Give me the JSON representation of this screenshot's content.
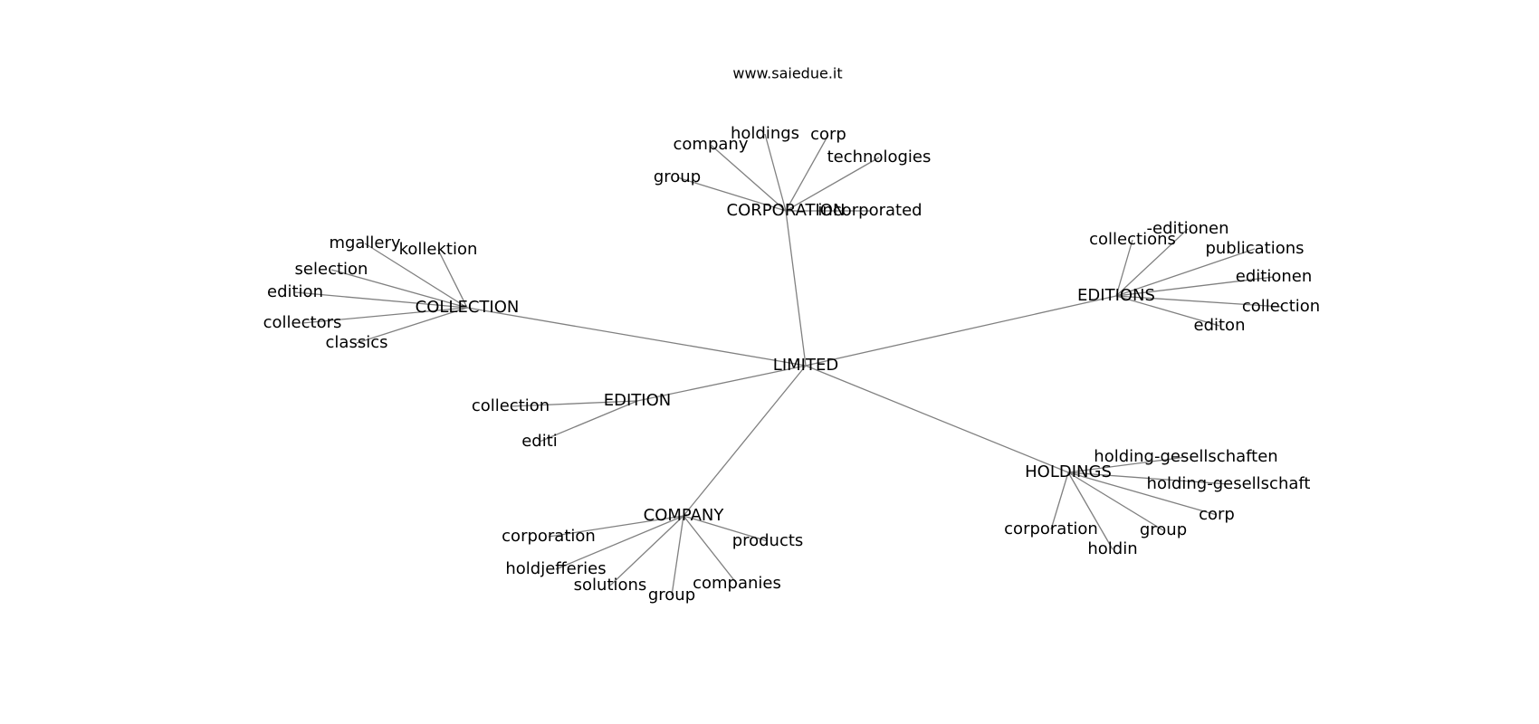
{
  "title": "www.saiedue.it",
  "graph": {
    "root": "LIMITED",
    "edge_color": "#808080",
    "hubs": [
      {
        "id": "corporation",
        "label": "CORPORATION",
        "children": [
          "company",
          "holdings",
          "corp",
          "technologies",
          "group",
          "incorporated"
        ]
      },
      {
        "id": "collection",
        "label": "COLLECTION",
        "children": [
          "mgallery",
          "kollektion",
          "selection",
          "edition",
          "collectors",
          "classics"
        ]
      },
      {
        "id": "editions",
        "label": "EDITIONS",
        "children": [
          "collections",
          "-editionen",
          "publications",
          "editionen",
          "collection",
          "editon"
        ]
      },
      {
        "id": "edition",
        "label": "EDITION",
        "children": [
          "collection",
          "editi"
        ]
      },
      {
        "id": "holdings",
        "label": "HOLDINGS",
        "children": [
          "holding-gesellschaften",
          "holding-gesellschaft",
          "corp",
          "corporation",
          "group",
          "holdin"
        ]
      },
      {
        "id": "company",
        "label": "COMPANY",
        "children": [
          "corporation",
          "products",
          "holdjefferies",
          "solutions",
          "group",
          "companies"
        ]
      }
    ]
  }
}
